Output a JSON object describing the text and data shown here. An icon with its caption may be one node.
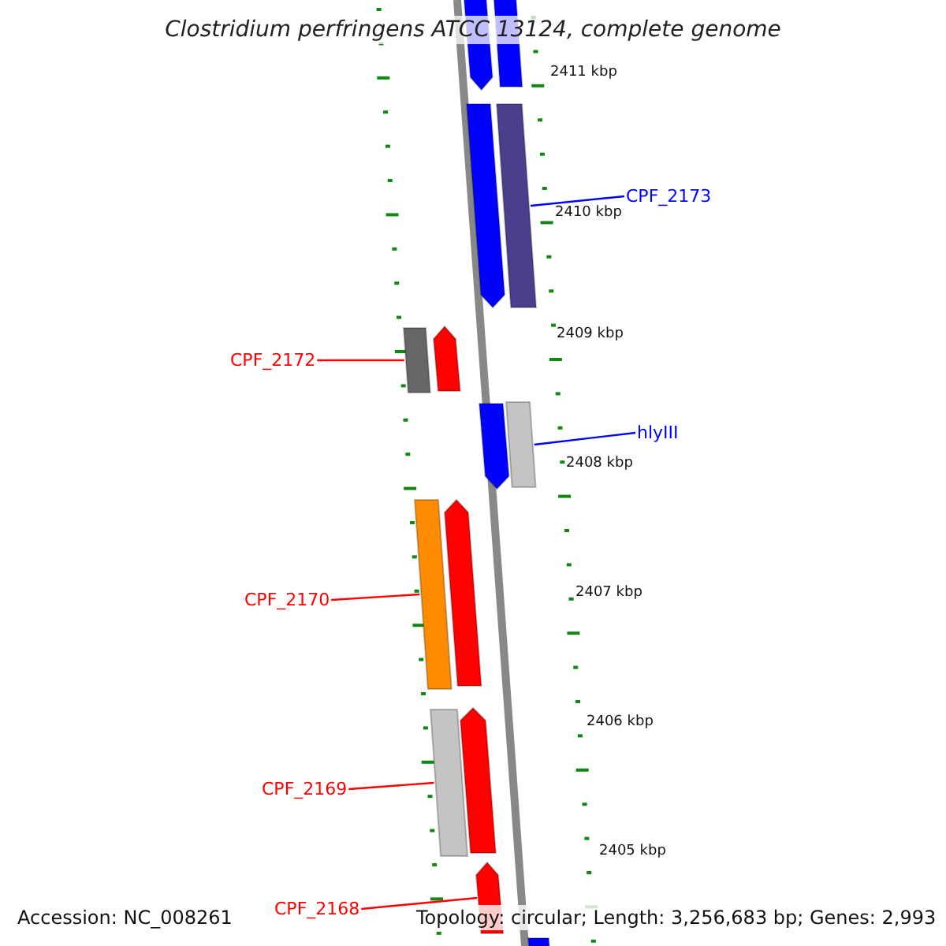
{
  "diagram": {
    "title": "Clostridium perfringens ATCC 13124, complete genome",
    "nodes": [
      {
        "text": [
          "CPF_2173"
        ]
      },
      {
        "text": [
          "CPF_2172"
        ]
      },
      {
        "text": [
          "hlyIII"
        ]
      },
      {
        "text": [
          "CPF_2170"
        ]
      },
      {
        "text": [
          "CPF_2169"
        ]
      },
      {
        "text": [
          "CPF_2168"
        ]
      },
      {
        "text": [],
        "shape": "arrow"
      },
      {
        "text": [],
        "shape": "bar"
      },
      {
        "text": [],
        "shape": "arrow"
      },
      {
        "text": [],
        "shape": "bar"
      },
      {
        "text": [],
        "shape": "bar"
      },
      {
        "text": [],
        "shape": "arrow"
      },
      {
        "text": [],
        "shape": "arrow"
      },
      {
        "text": [],
        "shape": "bar"
      },
      {
        "text": [],
        "shape": "bar"
      },
      {
        "text": [],
        "shape": "arrow"
      },
      {
        "text": [],
        "shape": "bar"
      },
      {
        "text": [],
        "shape": "arrow"
      },
      {
        "text": [],
        "shape": "arrow"
      },
      {
        "text": [],
        "shape": "bar"
      }
    ],
    "edges": [
      {
        "from": 0,
        "to": 9,
        "arrow": "none",
        "color": "#0000ff"
      },
      {
        "from": 1,
        "to": 10,
        "arrow": "none"
      },
      {
        "from": 2,
        "to": 13,
        "arrow": "none",
        "color": "#0000ff"
      },
      {
        "from": 3,
        "to": 14,
        "arrow": "none"
      },
      {
        "from": 4,
        "to": 16,
        "arrow": "none"
      },
      {
        "from": 5,
        "to": 18,
        "arrow": "none"
      }
    ],
    "labels": [
      "2411 kbp",
      "2410 kbp",
      "2409 kbp",
      "2408 kbp",
      "2407 kbp",
      "2406 kbp",
      "2405 kbp",
      "Accession: NC_008261",
      "Topology: circular; Length: 3,256,683 bp; Genes: 2,993"
    ]
  }
}
